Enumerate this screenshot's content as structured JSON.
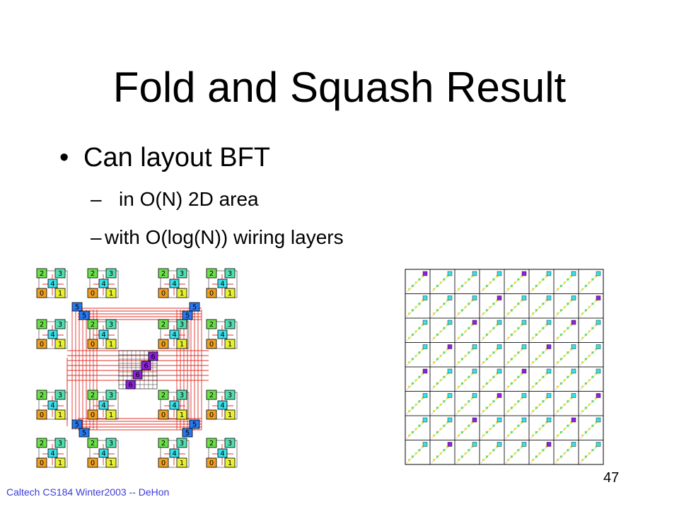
{
  "slide": {
    "title": "Fold and Squash Result",
    "bullets": [
      {
        "mark": "•",
        "text": "Can layout BFT"
      }
    ],
    "sub_bullets": [
      {
        "mark": "–",
        "text": "in O(N) 2D area"
      },
      {
        "mark": "–",
        "text": "with O(log(N)) wiring layers"
      }
    ],
    "footer": "Caltech CS184 Winter2003 -- DeHon",
    "page_number": "47"
  },
  "htree_diagram": {
    "leaf_labels": [
      "2",
      "3",
      "0",
      "1"
    ],
    "level4_label": "4",
    "level5_label": "5",
    "level6_label": "6"
  },
  "colors": {
    "wire": "#e0302a",
    "leaf_green": "#6be04a",
    "leaf_teal": "#52e0b0",
    "leaf_orange": "#f0a020",
    "leaf_yellow": "#e8f030",
    "switch4": "#38e0e8",
    "switch5": "#2878f0",
    "switch6": "#9020e0",
    "dot_yellow": "#e8e030",
    "dot_green": "#58e058",
    "footer_text": "#3b3bd8"
  }
}
